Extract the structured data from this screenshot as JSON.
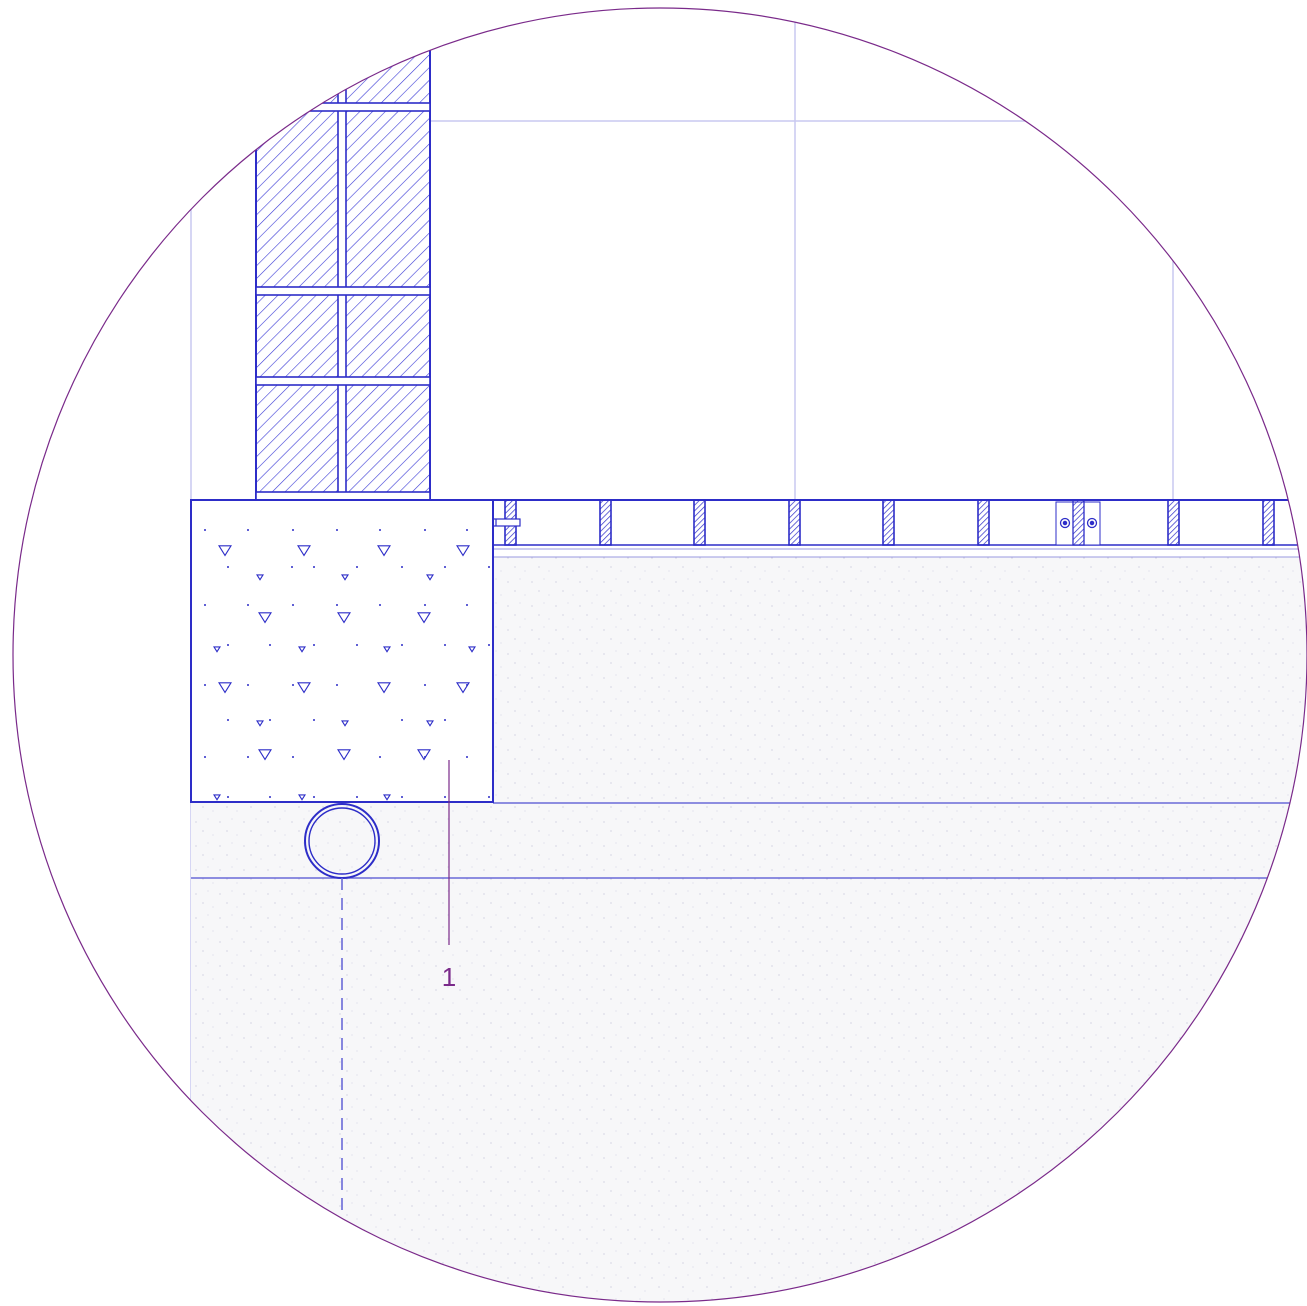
{
  "drawing": {
    "type": "construction-detail-section",
    "colors": {
      "linework": "#2d2dc8",
      "hatch": "#3a3ad6",
      "grid": "#c9c9f0",
      "frame": "#7a2a8a",
      "fill_sand": "#f7f7f9",
      "fill_concrete": "#ffffff"
    },
    "callouts": [
      {
        "label": "1",
        "target": "concrete-footing"
      }
    ]
  }
}
